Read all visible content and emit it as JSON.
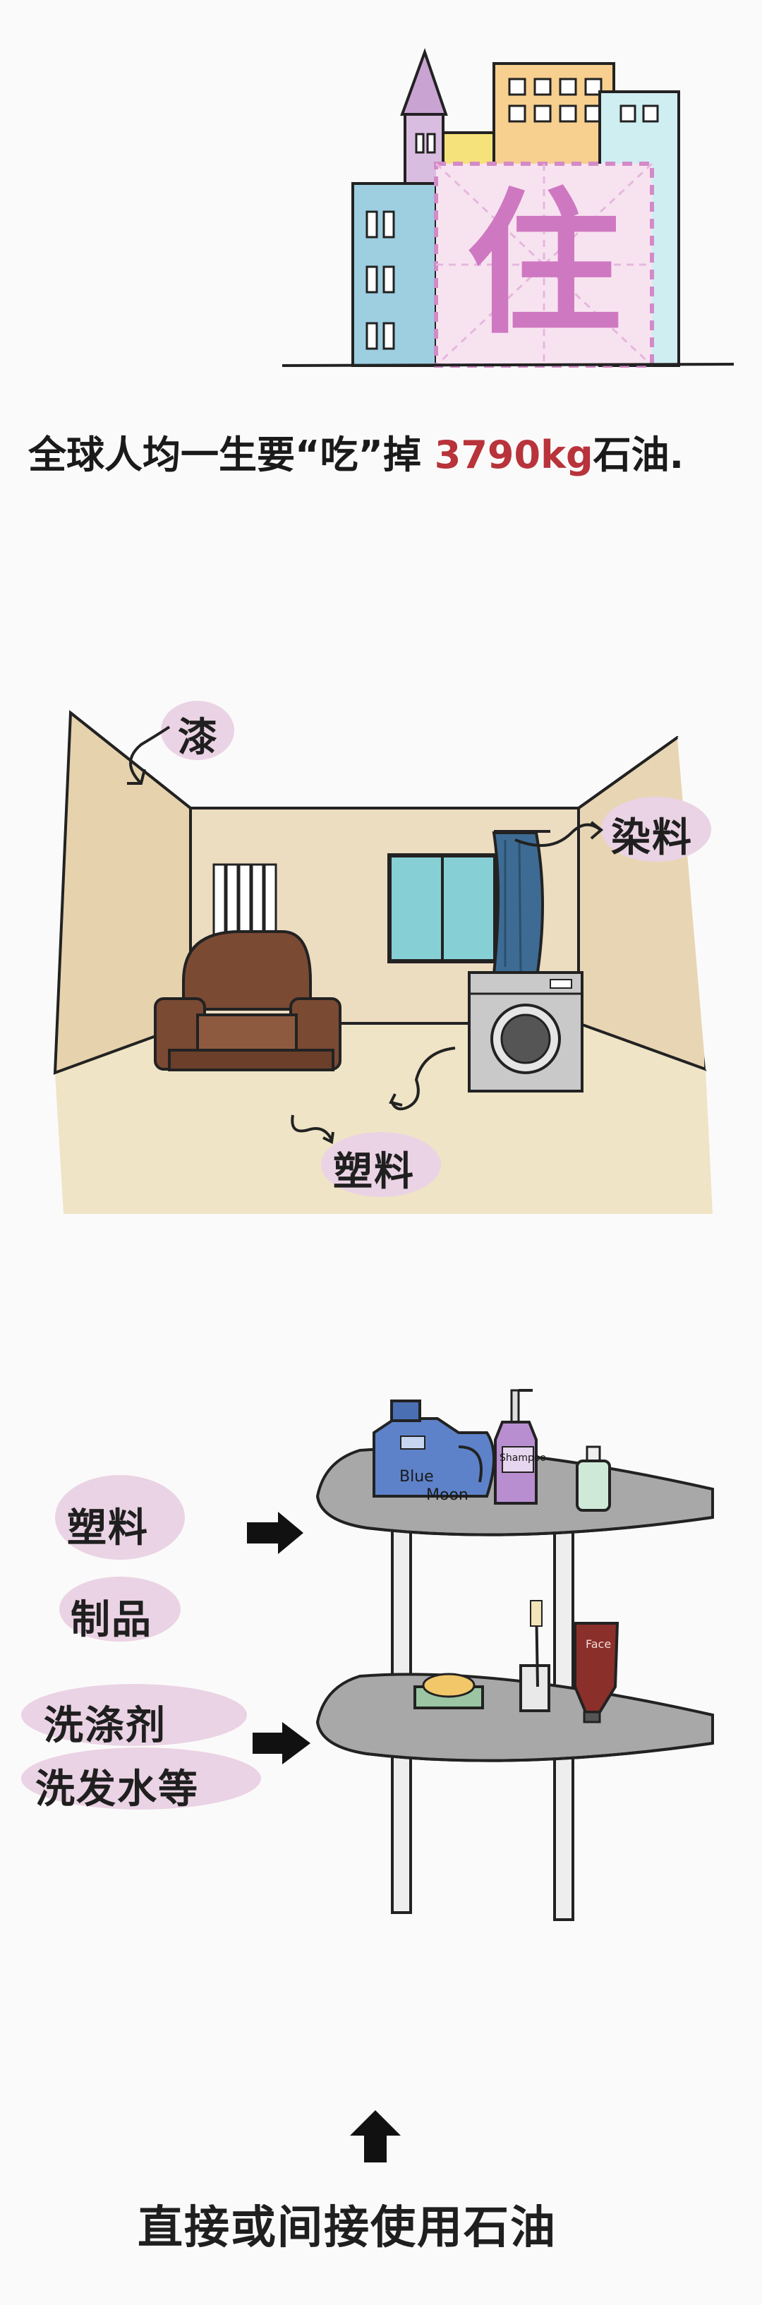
{
  "header": {
    "category_char": "住"
  },
  "intro": {
    "prefix": "全球人均一生要“吃”掉 ",
    "highlight": "3790kg",
    "suffix": "石油."
  },
  "room": {
    "labels": {
      "paint": "漆",
      "dye": "染料",
      "plastic": "塑料"
    }
  },
  "shelf": {
    "labels": {
      "plastic_line1": "塑料",
      "plastic_line2": "制品",
      "detergent_line1": "洗涤剂",
      "detergent_line2": "洗发水等"
    },
    "bottles": {
      "detergent_line1": "Blue",
      "detergent_line2": "Moon",
      "shampoo": "Shampoo",
      "face": "Face"
    }
  },
  "footer": {
    "conclusion": "直接或间接使用石油"
  },
  "colors": {
    "highlight": "#b8333a",
    "pink_blob": "#ead3e4",
    "wall": "#ecdcc0",
    "floor": "#efe4c6"
  }
}
